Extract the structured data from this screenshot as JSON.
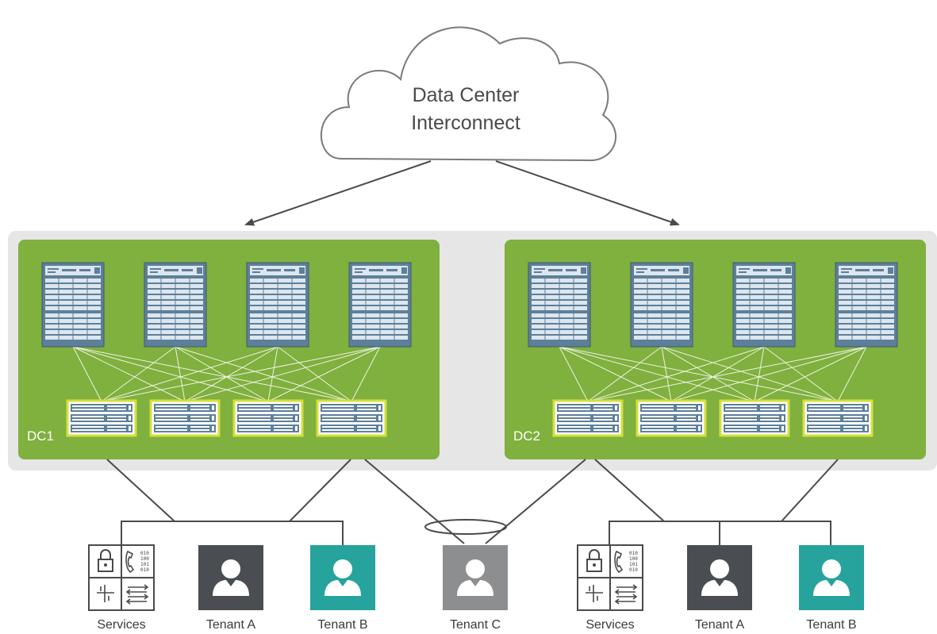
{
  "cloud": {
    "line1": "Data Center",
    "line2": "Interconnect"
  },
  "datacenters": [
    {
      "label": "DC1"
    },
    {
      "label": "DC2"
    }
  ],
  "endpoints": [
    {
      "label": "Services",
      "kind": "services"
    },
    {
      "label": "Tenant A",
      "kind": "tenant",
      "color": "#4a4e53"
    },
    {
      "label": "Tenant B",
      "kind": "tenant",
      "color": "#26a39c"
    },
    {
      "label": "Tenant C",
      "kind": "tenant",
      "color": "#8c8e90"
    },
    {
      "label": "Services",
      "kind": "services"
    },
    {
      "label": "Tenant A",
      "kind": "tenant",
      "color": "#4a4e53"
    },
    {
      "label": "Tenant B",
      "kind": "tenant",
      "color": "#26a39c"
    }
  ],
  "services_icon_text": {
    "line1": "010",
    "line2": "100",
    "line3": "101",
    "line4": "010"
  },
  "colors": {
    "dc_green": "#80b03e",
    "backdrop_gray": "#e6e6e6",
    "spine_blue": "#5a7d98",
    "leaf_border": "#d4e03a",
    "link_line": "#4a4a4a"
  }
}
